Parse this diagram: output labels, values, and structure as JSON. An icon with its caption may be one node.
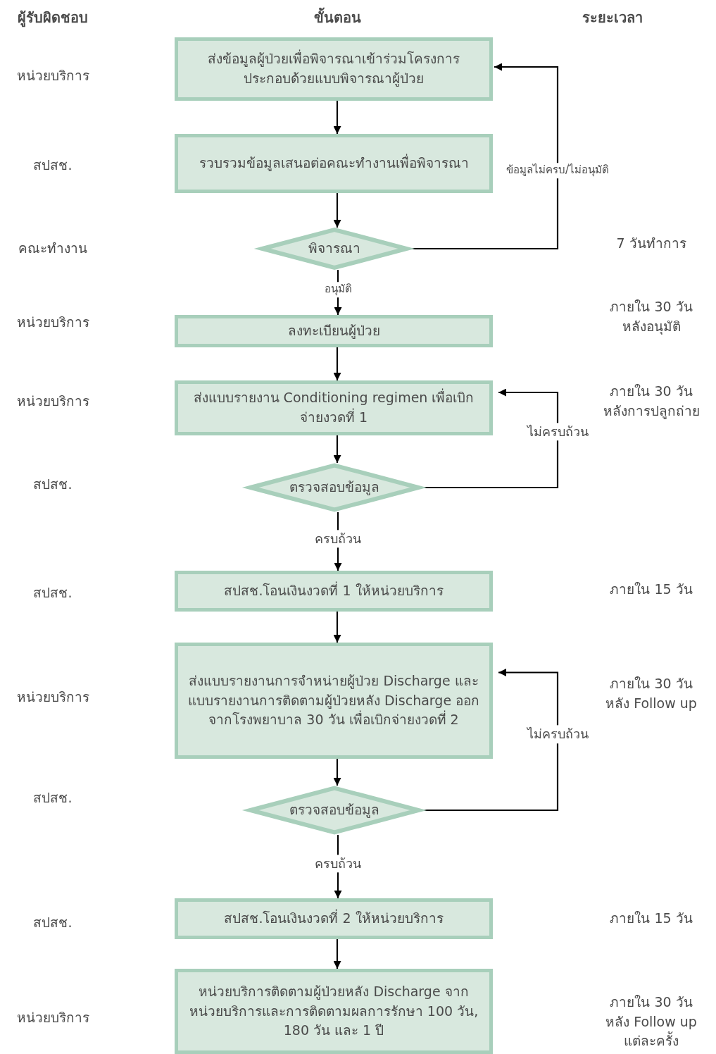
{
  "diagram": {
    "nodes": [
      {
        "text": [
          "ส่งข้อมูลผู้ป่วยเพื่อพิจารณาเข้าร่วมโครงการ ประกอบด้วยแบบพิจารณาผู้ป่วย"
        ]
      },
      {
        "text": [
          "รวบรวมข้อมูลเสนอต่อคณะทำงานเพื่อพิจารณา"
        ]
      },
      {
        "text": [
          "พิจารณา"
        ]
      },
      {
        "text": [
          "ลงทะเบียนผู้ป่วย"
        ]
      },
      {
        "text": [
          "ส่งแบบรายงาน Conditioning regimen เพื่อเบิกจ่ายงวดที่ 1"
        ]
      },
      {
        "text": [
          "ตรวจสอบข้อมูล"
        ]
      },
      {
        "text": [
          "สปสช.โอนเงินงวดที่ 1 ให้หน่วยบริการ"
        ]
      },
      {
        "text": [
          "ส่งแบบรายงานการจำหน่ายผู้ป่วย Discharge และแบบรายงานการติดตามผู้ป่วยหลัง Discharge ออกจากโรงพยาบาล 30 วัน เพื่อเบิกจ่ายงวดที่ 2"
        ]
      },
      {
        "text": [
          "ตรวจสอบข้อมูล"
        ]
      },
      {
        "text": [
          "สปสช.โอนเงินงวดที่ 2 ให้หน่วยบริการ"
        ]
      },
      {
        "text": [
          "หน่วยบริการติดตามผู้ป่วยหลัง Discharge จากหน่วยบริการและการติดตามผลการรักษา 100 วัน, 180 วัน และ 1 ปี"
        ]
      }
    ],
    "edges": [
      {
        "from": 0,
        "to": 1,
        "arrow": "to"
      },
      {
        "from": 1,
        "to": 2,
        "arrow": "to"
      },
      {
        "from": 2,
        "to": 0,
        "arrow": "to",
        "label": "ข้อมูลไม่ครบ/ไม่อนุมัติ"
      },
      {
        "from": 2,
        "to": 3,
        "arrow": "to",
        "label": "อนุมัติ"
      },
      {
        "from": 3,
        "to": 4,
        "arrow": "to"
      },
      {
        "from": 4,
        "to": 5,
        "arrow": "to"
      },
      {
        "from": 5,
        "to": 4,
        "arrow": "to",
        "label": "ไม่ครบถ้วน"
      },
      {
        "from": 5,
        "to": 6,
        "arrow": "to",
        "label": "ครบถ้วน"
      },
      {
        "from": 6,
        "to": 7,
        "arrow": "to"
      },
      {
        "from": 7,
        "to": 8,
        "arrow": "to"
      },
      {
        "from": 8,
        "to": 7,
        "arrow": "to",
        "label": "ไม่ครบถ้วน"
      },
      {
        "from": 8,
        "to": 9,
        "arrow": "to",
        "label": "ครบถ้วน"
      },
      {
        "from": 9,
        "to": 10,
        "arrow": "to"
      }
    ],
    "labels": [
      "ผู้รับผิดชอบ",
      "ขั้นตอน",
      "ระยะเวลา",
      "หน่วยบริการ",
      "สปสช.",
      "คณะทำงาน",
      "7 วันทำการ",
      "หน่วยบริการ",
      "ภายใน 30 วัน หลังอนุมัติ",
      "หน่วยบริการ",
      "ภายใน 30 วัน หลังการปลูกถ่าย",
      "สปสช.",
      "สปสช.",
      "ภายใน 15 วัน",
      "หน่วยบริการ",
      "ภายใน 30 วัน หลัง Follow up",
      "สปสช.",
      "สปสช.",
      "ภายใน 15 วัน",
      "หน่วยบริการ",
      "ภายใน 30 วัน หลัง Follow up แต่ละครั้ง"
    ]
  }
}
